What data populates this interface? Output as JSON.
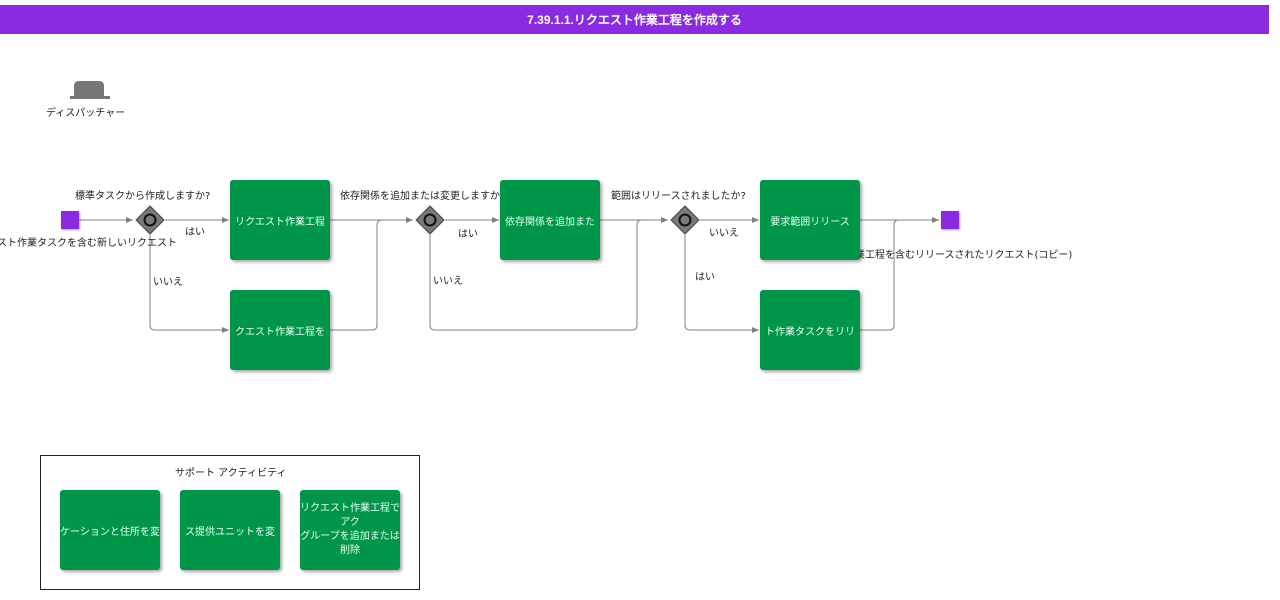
{
  "header": {
    "title": "7.39.1.1.リクエスト作業工程を作成する"
  },
  "lanes": {
    "role_label": "ディスパッチャー"
  },
  "start_event": {
    "label": "スト作業タスクを含む新しいリクエスト"
  },
  "end_event": {
    "label": "業工程を含むリリースされたリクエスト(コピー)"
  },
  "gateways": [
    {
      "question": "標準タスクから作成しますか?",
      "yes": "はい",
      "no": "いいえ"
    },
    {
      "question": "依存関係を追加または変更しますか?",
      "yes": "はい",
      "no": "いいえ"
    },
    {
      "question": "範囲はリリースされましたか?",
      "yes": "はい",
      "no": "いいえ"
    }
  ],
  "tasks": [
    {
      "label": "リクエスト作業工程"
    },
    {
      "label": "クエスト作業工程を"
    },
    {
      "label": "依存関係を追加また"
    },
    {
      "label": "要求範囲リリース"
    },
    {
      "label": "ト作業タスクをリリ"
    }
  ],
  "support": {
    "title": "サポート アクティビティ",
    "tasks": [
      {
        "label": "ケーションと住所を変"
      },
      {
        "label": "ス提供ユニットを変"
      },
      {
        "line1": "リクエスト作業工程でアク",
        "line2": "グループを追加または削除"
      }
    ]
  },
  "colors": {
    "header": "#8a2be2",
    "task": "#00964a",
    "event": "#8a2be2",
    "gateway": "#7a7a7a",
    "connector": "#808080"
  }
}
